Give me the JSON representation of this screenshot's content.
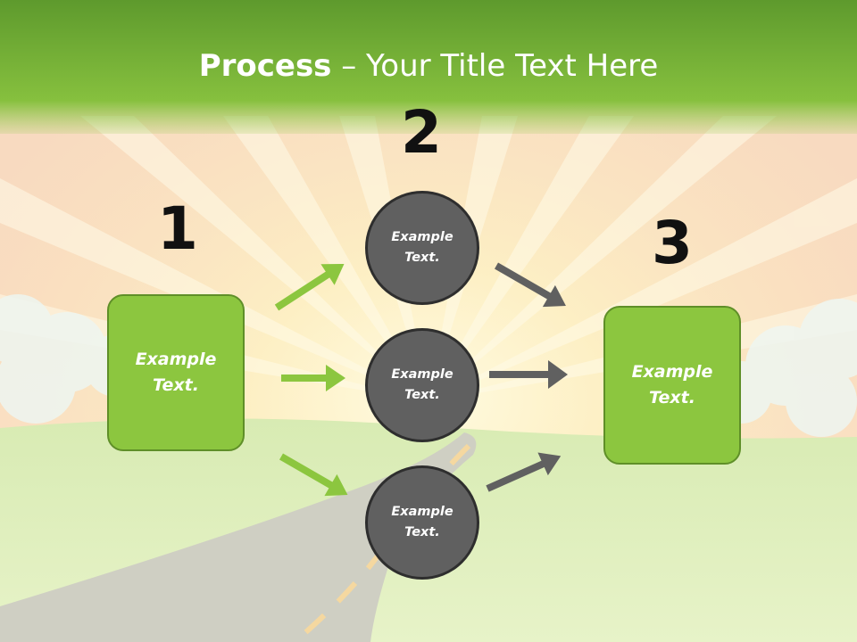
{
  "title": {
    "bold": "Process",
    "rest": " – Your Title Text Here"
  },
  "steps": {
    "one": "1",
    "two": "2",
    "three": "3"
  },
  "left_box": {
    "text": "Example\nText."
  },
  "right_box": {
    "text": "Example\nText."
  },
  "circles": [
    {
      "text": "Example\nText."
    },
    {
      "text": "Example\nText."
    },
    {
      "text": "Example\nText."
    }
  ],
  "colors": {
    "green": "#8cc63f",
    "header_green": "#6aa832",
    "circle_gray": "#606060",
    "arrow_gray": "#606060"
  }
}
